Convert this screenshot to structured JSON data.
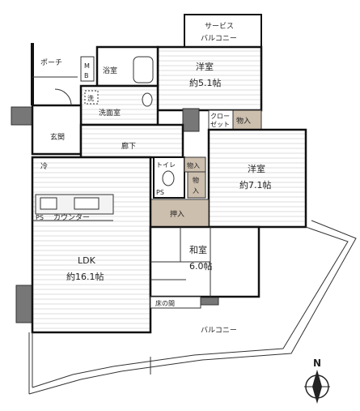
{
  "labels": {
    "service_balcony_line1": "サービス",
    "service_balcony_line2": "バルコニー",
    "porch": "ポーチ",
    "mb": "M",
    "mb2": "B",
    "bath": "浴室",
    "west1_name": "洋室",
    "west1_size": "約5.1帖",
    "wash_mark": "洗",
    "washroom": "洗面室",
    "closet_line1": "クロー",
    "closet_line2": "ゼット",
    "storage_top": "物入",
    "entrance": "玄関",
    "hallway": "廊下",
    "fridge": "冷",
    "toilet": "トイレ",
    "storage_toilet": "物入",
    "storage_v_1": "物",
    "storage_v_2": "入",
    "ps_left": "PS",
    "west2_name": "洋室",
    "west2_size": "約7.1帖",
    "ps_kitchen": "PS",
    "counter": "カウンター",
    "oshiire": "押入",
    "washitsu_name": "和室",
    "washitsu_size": "6.0帖",
    "ldk_name": "LDK",
    "ldk_size": "約16.1帖",
    "tokonoma": "床の間",
    "balcony": "バルコニー",
    "compass_n": "N"
  }
}
